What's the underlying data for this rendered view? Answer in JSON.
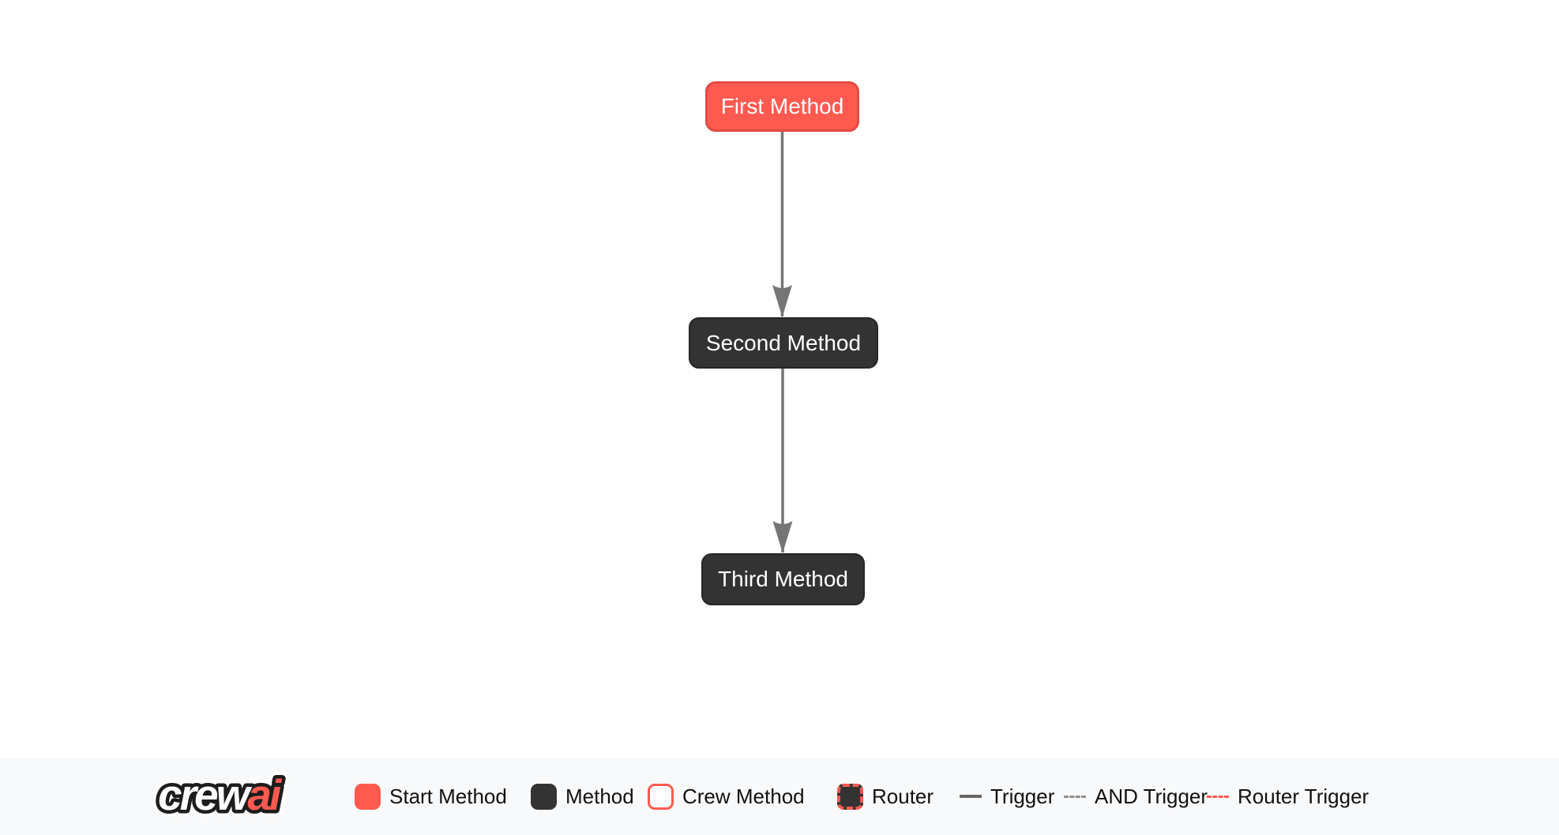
{
  "flow": {
    "nodes": [
      {
        "label": "First Method",
        "type": "start-method"
      },
      {
        "label": "Second Method",
        "type": "method"
      },
      {
        "label": "Third Method",
        "type": "method"
      }
    ],
    "edges": [
      {
        "from": "First Method",
        "to": "Second Method",
        "type": "trigger"
      },
      {
        "from": "Second Method",
        "to": "Third Method",
        "type": "trigger"
      }
    ]
  },
  "legend": {
    "logo": {
      "crew": "crew",
      "ai": "ai"
    },
    "items": [
      {
        "label": "Start Method",
        "swatch": "red-rounded-square"
      },
      {
        "label": "Method",
        "swatch": "dark-rounded-square"
      },
      {
        "label": "Crew Method",
        "swatch": "white-square-red-border"
      },
      {
        "label": "Router",
        "swatch": "dark-square-red-dashed-border"
      },
      {
        "label": "Trigger",
        "swatch": "solid-gray-line"
      },
      {
        "label": "AND Trigger",
        "swatch": "dashed-gray-line"
      },
      {
        "label": "Router Trigger",
        "swatch": "dashed-red-line"
      }
    ]
  },
  "colors": {
    "accent_red": "#FF5A50",
    "accent_red_border": "#E14B41",
    "node_dark": "#333333",
    "edge_gray": "#757575",
    "legend_bg": "#F8F9FA",
    "canvas_bg": "#FFFFFF",
    "node_text": "#FFFFFF",
    "legend_text": "#111111"
  }
}
